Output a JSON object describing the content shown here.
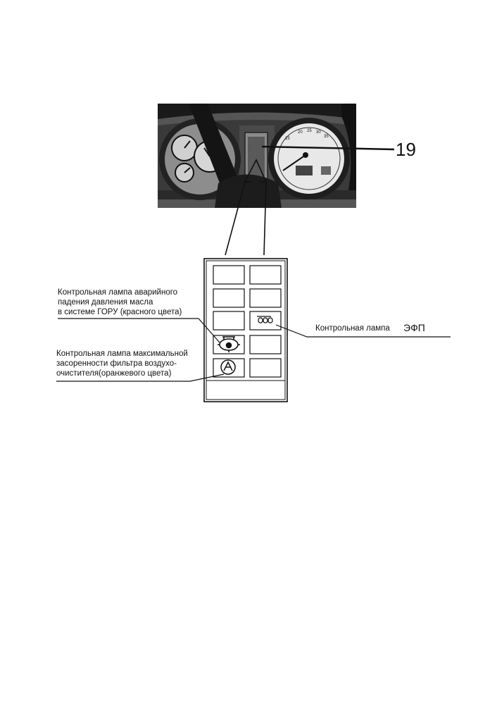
{
  "callout": {
    "number": "19"
  },
  "labels": {
    "oil_pressure": {
      "line1": "Контрольная лампа аварийного",
      "line2": "падения давления масла",
      "line3": "в системе ГОРУ (красного цвета)"
    },
    "air_filter": {
      "line1": "Контрольная лампа максимальной",
      "line2": "засоренности  фильтра воздухо-",
      "line3": "очистителя(оранжевого цвета)"
    },
    "efp": {
      "text": "Контрольная лампа",
      "code": "ЭФП"
    }
  },
  "icons": {
    "oil_pressure": "oil-pressure-warning-icon",
    "air_filter": "air-filter-warning-icon",
    "efp": "glow-plug-icon"
  },
  "colors": {
    "ink": "#111111",
    "dash_dark": "#1a1a1a",
    "dash_mid": "#6a6a6a"
  }
}
